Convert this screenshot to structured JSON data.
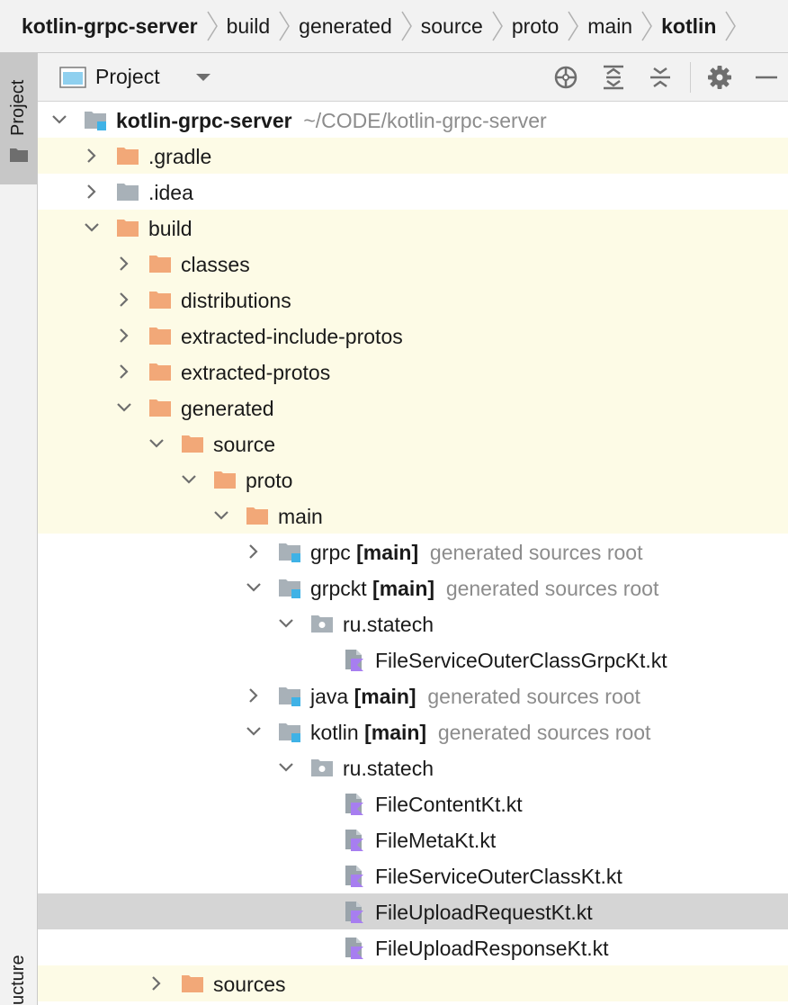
{
  "breadcrumb": [
    "kotlin-grpc-server",
    "build",
    "generated",
    "source",
    "proto",
    "main",
    "kotlin"
  ],
  "side_tabs": {
    "project": "Project",
    "structure": "ucture"
  },
  "tool_window": {
    "title": "Project"
  },
  "tree": {
    "root": {
      "name": "kotlin-grpc-server",
      "path": "~/CODE/kotlin-grpc-server"
    },
    "items": [
      {
        "label": ".gradle"
      },
      {
        "label": ".idea"
      },
      {
        "label": "build"
      },
      {
        "label": "classes"
      },
      {
        "label": "distributions"
      },
      {
        "label": "extracted-include-protos"
      },
      {
        "label": "extracted-protos"
      },
      {
        "label": "generated"
      },
      {
        "label": "source"
      },
      {
        "label": "proto"
      },
      {
        "label": "main"
      },
      {
        "label": "grpc",
        "tag": "[main]",
        "note": "generated sources root"
      },
      {
        "label": "grpckt",
        "tag": "[main]",
        "note": "generated sources root"
      },
      {
        "label": "ru.statech"
      },
      {
        "label": "FileServiceOuterClassGrpcKt.kt"
      },
      {
        "label": "java",
        "tag": "[main]",
        "note": "generated sources root"
      },
      {
        "label": "kotlin",
        "tag": "[main]",
        "note": "generated sources root"
      },
      {
        "label": "ru.statech"
      },
      {
        "label": "FileContentKt.kt"
      },
      {
        "label": "FileMetaKt.kt"
      },
      {
        "label": "FileServiceOuterClassKt.kt"
      },
      {
        "label": "FileUploadRequestKt.kt"
      },
      {
        "label": "FileUploadResponseKt.kt"
      },
      {
        "label": "sources"
      }
    ]
  },
  "colors": {
    "folder_orange": "#f2a878",
    "folder_gray": "#a8b1b8",
    "source_root_blue": "#3fb2e6",
    "kotlin_purple": "#a77ef0",
    "excluded_highlight": "#fdfbe6",
    "selection": "#d5d5d5"
  }
}
